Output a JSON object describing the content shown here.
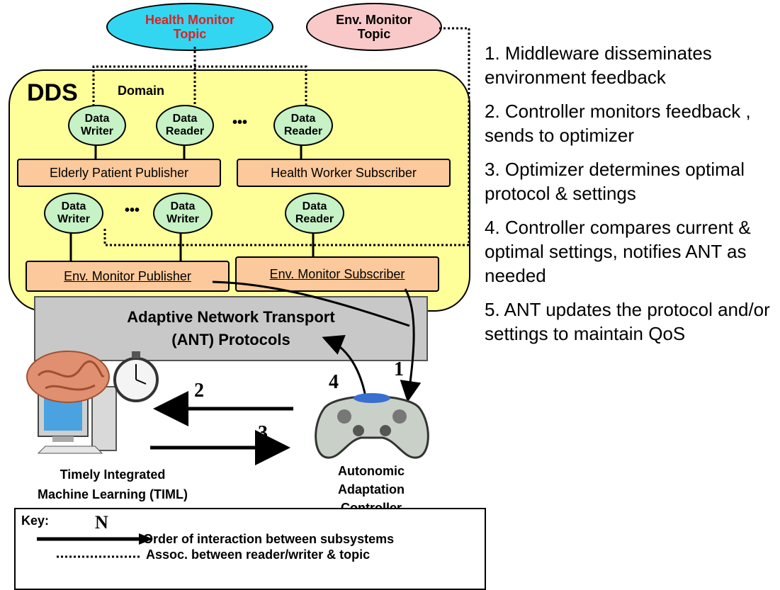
{
  "topics": {
    "health": {
      "line1": "Health Monitor",
      "line2": "Topic",
      "fill": "#33d6f0",
      "text_color": "#e02020"
    },
    "env": {
      "line1": "Env. Monitor",
      "line2": "Topic",
      "fill": "#f9c9c9",
      "text_color": "#000000"
    }
  },
  "dds": {
    "label": "DDS",
    "domain_label": "Domain",
    "ellipsis": "•••",
    "fill": "#ffff99",
    "entity_fill": "#c6f2c6",
    "box_fill": "#fbc99b",
    "entities": {
      "w1": [
        "Data",
        "Writer"
      ],
      "r1": [
        "Data",
        "Reader"
      ],
      "r2": [
        "Data",
        "Reader"
      ],
      "w2": [
        "Data",
        "Writer"
      ],
      "w3": [
        "Data",
        "Writer"
      ],
      "r3": [
        "Data",
        "Reader"
      ]
    },
    "boxes": {
      "elderly": "Elderly Patient Publisher",
      "health_worker": "Health Worker Subscriber",
      "env_pub": "Env. Monitor  Publisher",
      "env_sub": "Env. Monitor  Subscriber"
    }
  },
  "ant": {
    "line1": "Adaptive Network Transport",
    "line2": "(ANT) Protocols"
  },
  "timl": {
    "line1": "Timely Integrated",
    "line2": "Machine Learning (TIML)"
  },
  "controller": {
    "line1": "Autonomic",
    "line2": "Adaptation",
    "line3": "Controller"
  },
  "arrow_numbers": {
    "n1": "1",
    "n2": "2",
    "n3": "3",
    "n4": "4"
  },
  "steps": [
    "1. Middleware disseminates environment feedback",
    "2. Controller monitors feedback , sends to optimizer",
    "3. Optimizer determines optimal protocol & settings",
    "4. Controller compares current & optimal settings, notifies ANT as needed",
    "5. ANT updates the protocol and/or settings to maintain QoS"
  ],
  "key": {
    "title": "Key:",
    "symbol": "N",
    "arrow_text": "Order of interaction between subsystems",
    "dotted_text": "Assoc. between reader/writer & topic"
  }
}
